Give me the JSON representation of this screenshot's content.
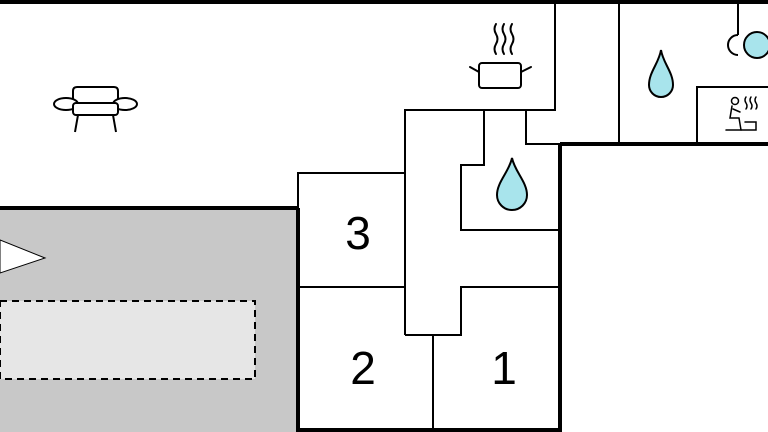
{
  "floorplan": {
    "type": "floor-plan",
    "rooms": [
      {
        "id": "bedroom-3",
        "label": "3"
      },
      {
        "id": "bedroom-2",
        "label": "2"
      },
      {
        "id": "bedroom-1",
        "label": "1"
      }
    ],
    "symbols": [
      {
        "name": "sofa-icon",
        "meaning": "living room"
      },
      {
        "name": "cooking-pot-icon",
        "meaning": "kitchen"
      },
      {
        "name": "water-drop-icon",
        "meaning": "bathroom"
      },
      {
        "name": "water-drop-icon",
        "meaning": "bathroom"
      },
      {
        "name": "sauna-icon",
        "meaning": "sauna"
      },
      {
        "name": "round-window-icon",
        "meaning": "window"
      },
      {
        "name": "entrance-arrow-icon",
        "meaning": "entrance"
      }
    ],
    "colors": {
      "wall": "#000000",
      "outdoor_area": "#c8c8c8",
      "terrace": "#e6e6e6",
      "water": "#a8e4ec",
      "background": "#ffffff"
    }
  }
}
